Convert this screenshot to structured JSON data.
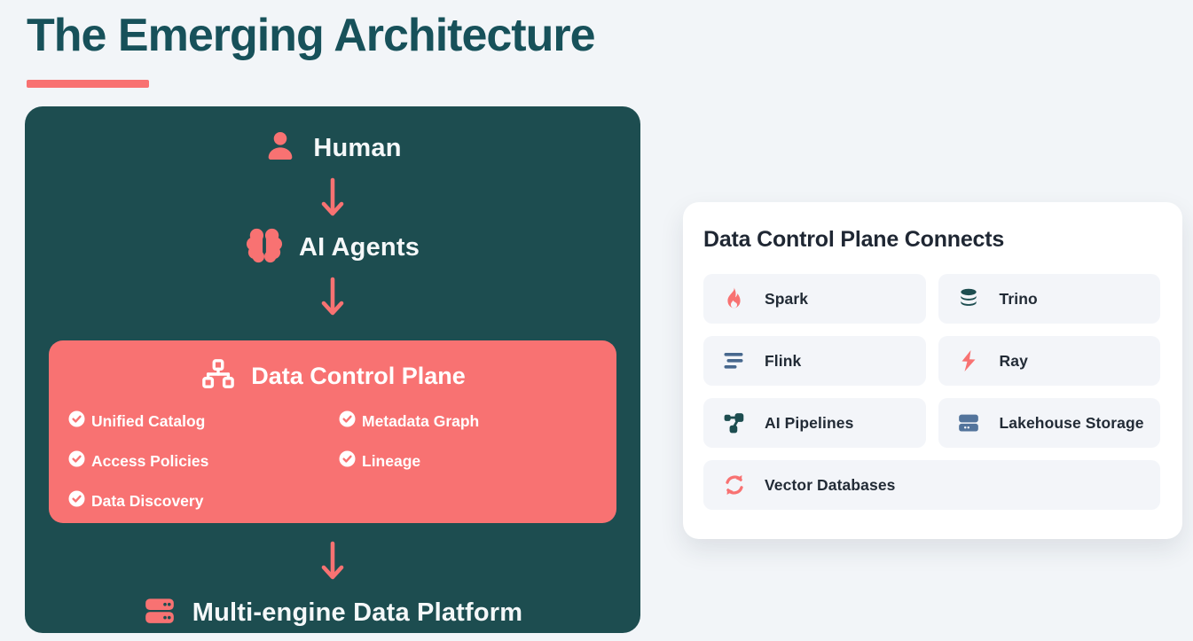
{
  "page": {
    "title": "The Emerging Architecture"
  },
  "flow": {
    "human": {
      "label": "Human",
      "icon": "person-icon"
    },
    "ai_agents": {
      "label": "AI Agents",
      "icon": "brain-icon"
    },
    "platform": {
      "label": "Multi-engine Data Platform",
      "icon": "server-icon"
    },
    "control_plane": {
      "title": "Data Control Plane",
      "icon": "sitemap-icon",
      "features": [
        "Unified Catalog",
        "Metadata Graph",
        "Access Policies",
        "Lineage",
        "Data Discovery"
      ],
      "feature_icon": "check-circle-icon"
    }
  },
  "connects_panel": {
    "title": "Data Control Plane Connects",
    "items": [
      {
        "label": "Spark",
        "icon": "flame-icon"
      },
      {
        "label": "Trino",
        "icon": "database-icon"
      },
      {
        "label": "Flink",
        "icon": "lines-icon"
      },
      {
        "label": "Ray",
        "icon": "bolt-icon"
      },
      {
        "label": "AI Pipelines",
        "icon": "pipeline-icon"
      },
      {
        "label": "Lakehouse Storage",
        "icon": "storage-server-icon"
      },
      {
        "label": "Vector Databases",
        "icon": "refresh-icon"
      }
    ]
  },
  "colors": {
    "accent_coral": "#F87171",
    "panel_teal": "#1D4D50",
    "title_teal": "#17515A",
    "page_bg": "#F2F5F8",
    "card_bg": "#FFFFFF",
    "tile_bg": "#F3F5F9",
    "slate_blue_flink": "#47688E",
    "slate_blue_storage": "#53749C",
    "text_dark": "#222B36",
    "white_text": "#FFFFFF"
  }
}
